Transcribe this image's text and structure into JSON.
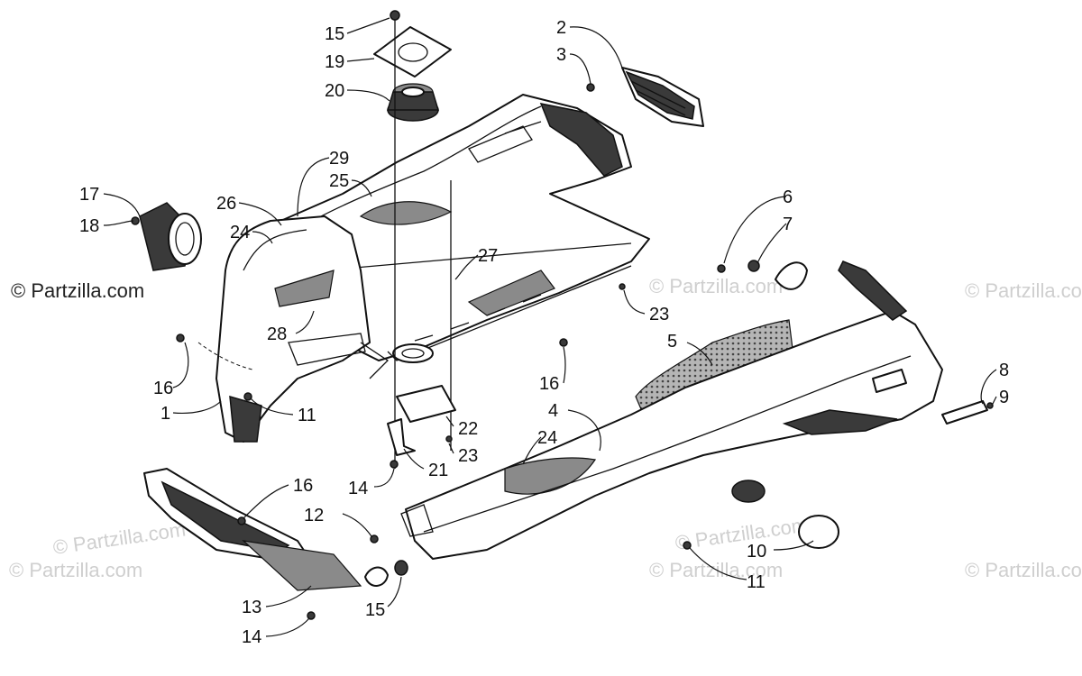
{
  "watermarks": {
    "main": "© Partzilla.com",
    "faint": "© Partzilla.com"
  },
  "part_numbers": [
    "1",
    "2",
    "3",
    "4",
    "5",
    "6",
    "7",
    "8",
    "9",
    "10",
    "11",
    "12",
    "13",
    "14",
    "15",
    "16",
    "17",
    "18",
    "19",
    "20",
    "21",
    "22",
    "23",
    "24",
    "25",
    "26",
    "27",
    "28",
    "29"
  ],
  "colors": {
    "ink": "#111111",
    "watermark": "#cfcfcf",
    "mesh": "#9a9a9a"
  }
}
